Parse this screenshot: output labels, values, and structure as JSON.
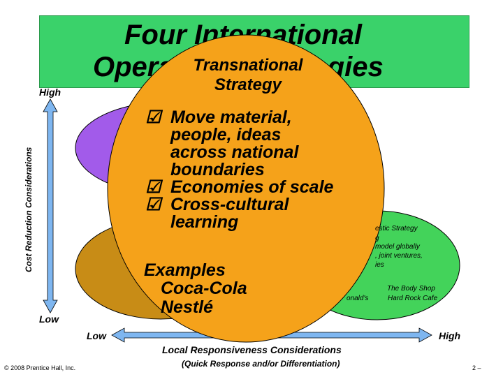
{
  "title": {
    "line1": "Four International",
    "line2": "Operations Strategies"
  },
  "y_axis": {
    "label": "Cost Reduction Considerations",
    "high": "High",
    "low": "Low"
  },
  "x_axis": {
    "label": "Local Responsiveness Considerations",
    "sublabel": "(Quick Response and/or Differentiation)",
    "low": "Low",
    "high": "High"
  },
  "callout": {
    "title_line1": "Transnational",
    "title_line2": "Strategy",
    "bullets": [
      [
        "Move material,",
        "people, ideas",
        "across national",
        "boundaries"
      ],
      [
        "Economies of scale"
      ],
      [
        "Cross-cultural",
        "learning"
      ]
    ],
    "examples_heading": "Examples",
    "examples": [
      "Coca-Cola",
      "Nestlé"
    ]
  },
  "background_fragments": {
    "line1": "estic Strategy",
    "line2": "g",
    "line3": "model globally",
    "line4": ", joint ventures,",
    "line5": "ies",
    "ex1": "The Body Shop",
    "ex2": "onald's",
    "ex3": "Hard Rock Cafe"
  },
  "footer": {
    "copyright": "© 2008 Prentice Hall, Inc.",
    "page": "2 –"
  },
  "colors": {
    "title_bg": "#3ad26a",
    "callout": "#f5a21a",
    "purple_ellipse": "#a25bea",
    "gold_ellipse": "#c88c16",
    "green_ellipse": "#43d35a",
    "axis_arrow": "#7eb6f0"
  }
}
